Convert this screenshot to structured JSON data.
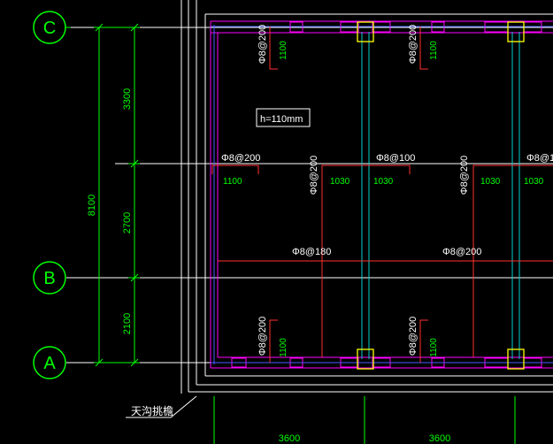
{
  "grid_axes": {
    "c": "C",
    "b": "B",
    "a": "A"
  },
  "dimensions": {
    "total": "8100",
    "span_c_mid": "3300",
    "span_mid_b": "2700",
    "span_b_a": "2100",
    "bottom_1": "3600",
    "bottom_2": "3600"
  },
  "slab_thickness": "h=110mm",
  "rebar": {
    "top_left_vertical": "Φ8@200",
    "top_right_vertical": "Φ8@200",
    "mid_left_top": "Φ8@200",
    "mid_center_top": "Φ8@100",
    "mid_right_top": "Φ8@1",
    "mid_vertical_1": "Φ8@200",
    "mid_vertical_2": "Φ8@200",
    "span_left_bottom": "Φ8@180",
    "span_right_bottom": "Φ8@200",
    "bottom_left_vertical": "Φ8@200",
    "bottom_right_vertical": "Φ8@200"
  },
  "lengths": {
    "top_1": "1100",
    "top_2": "1100",
    "mid_1": "1100",
    "mid_2": "1030",
    "mid_3": "1030",
    "mid_4": "1030",
    "mid_5": "1030",
    "bottom_1": "1100",
    "bottom_2": "1100"
  },
  "label_gutter": "天沟挑檐",
  "colors": {
    "background": "#000000",
    "axis_circle": "#00ff00",
    "dimension": "#00ff00",
    "grid_line": "#ffffff",
    "beam_outline": "#ff00ff",
    "rebar_red": "#ff3030",
    "blue_line": "#4a5cff",
    "column": "#ffff00",
    "cyan_line": "#00d0d0",
    "text": "#ffffff"
  }
}
